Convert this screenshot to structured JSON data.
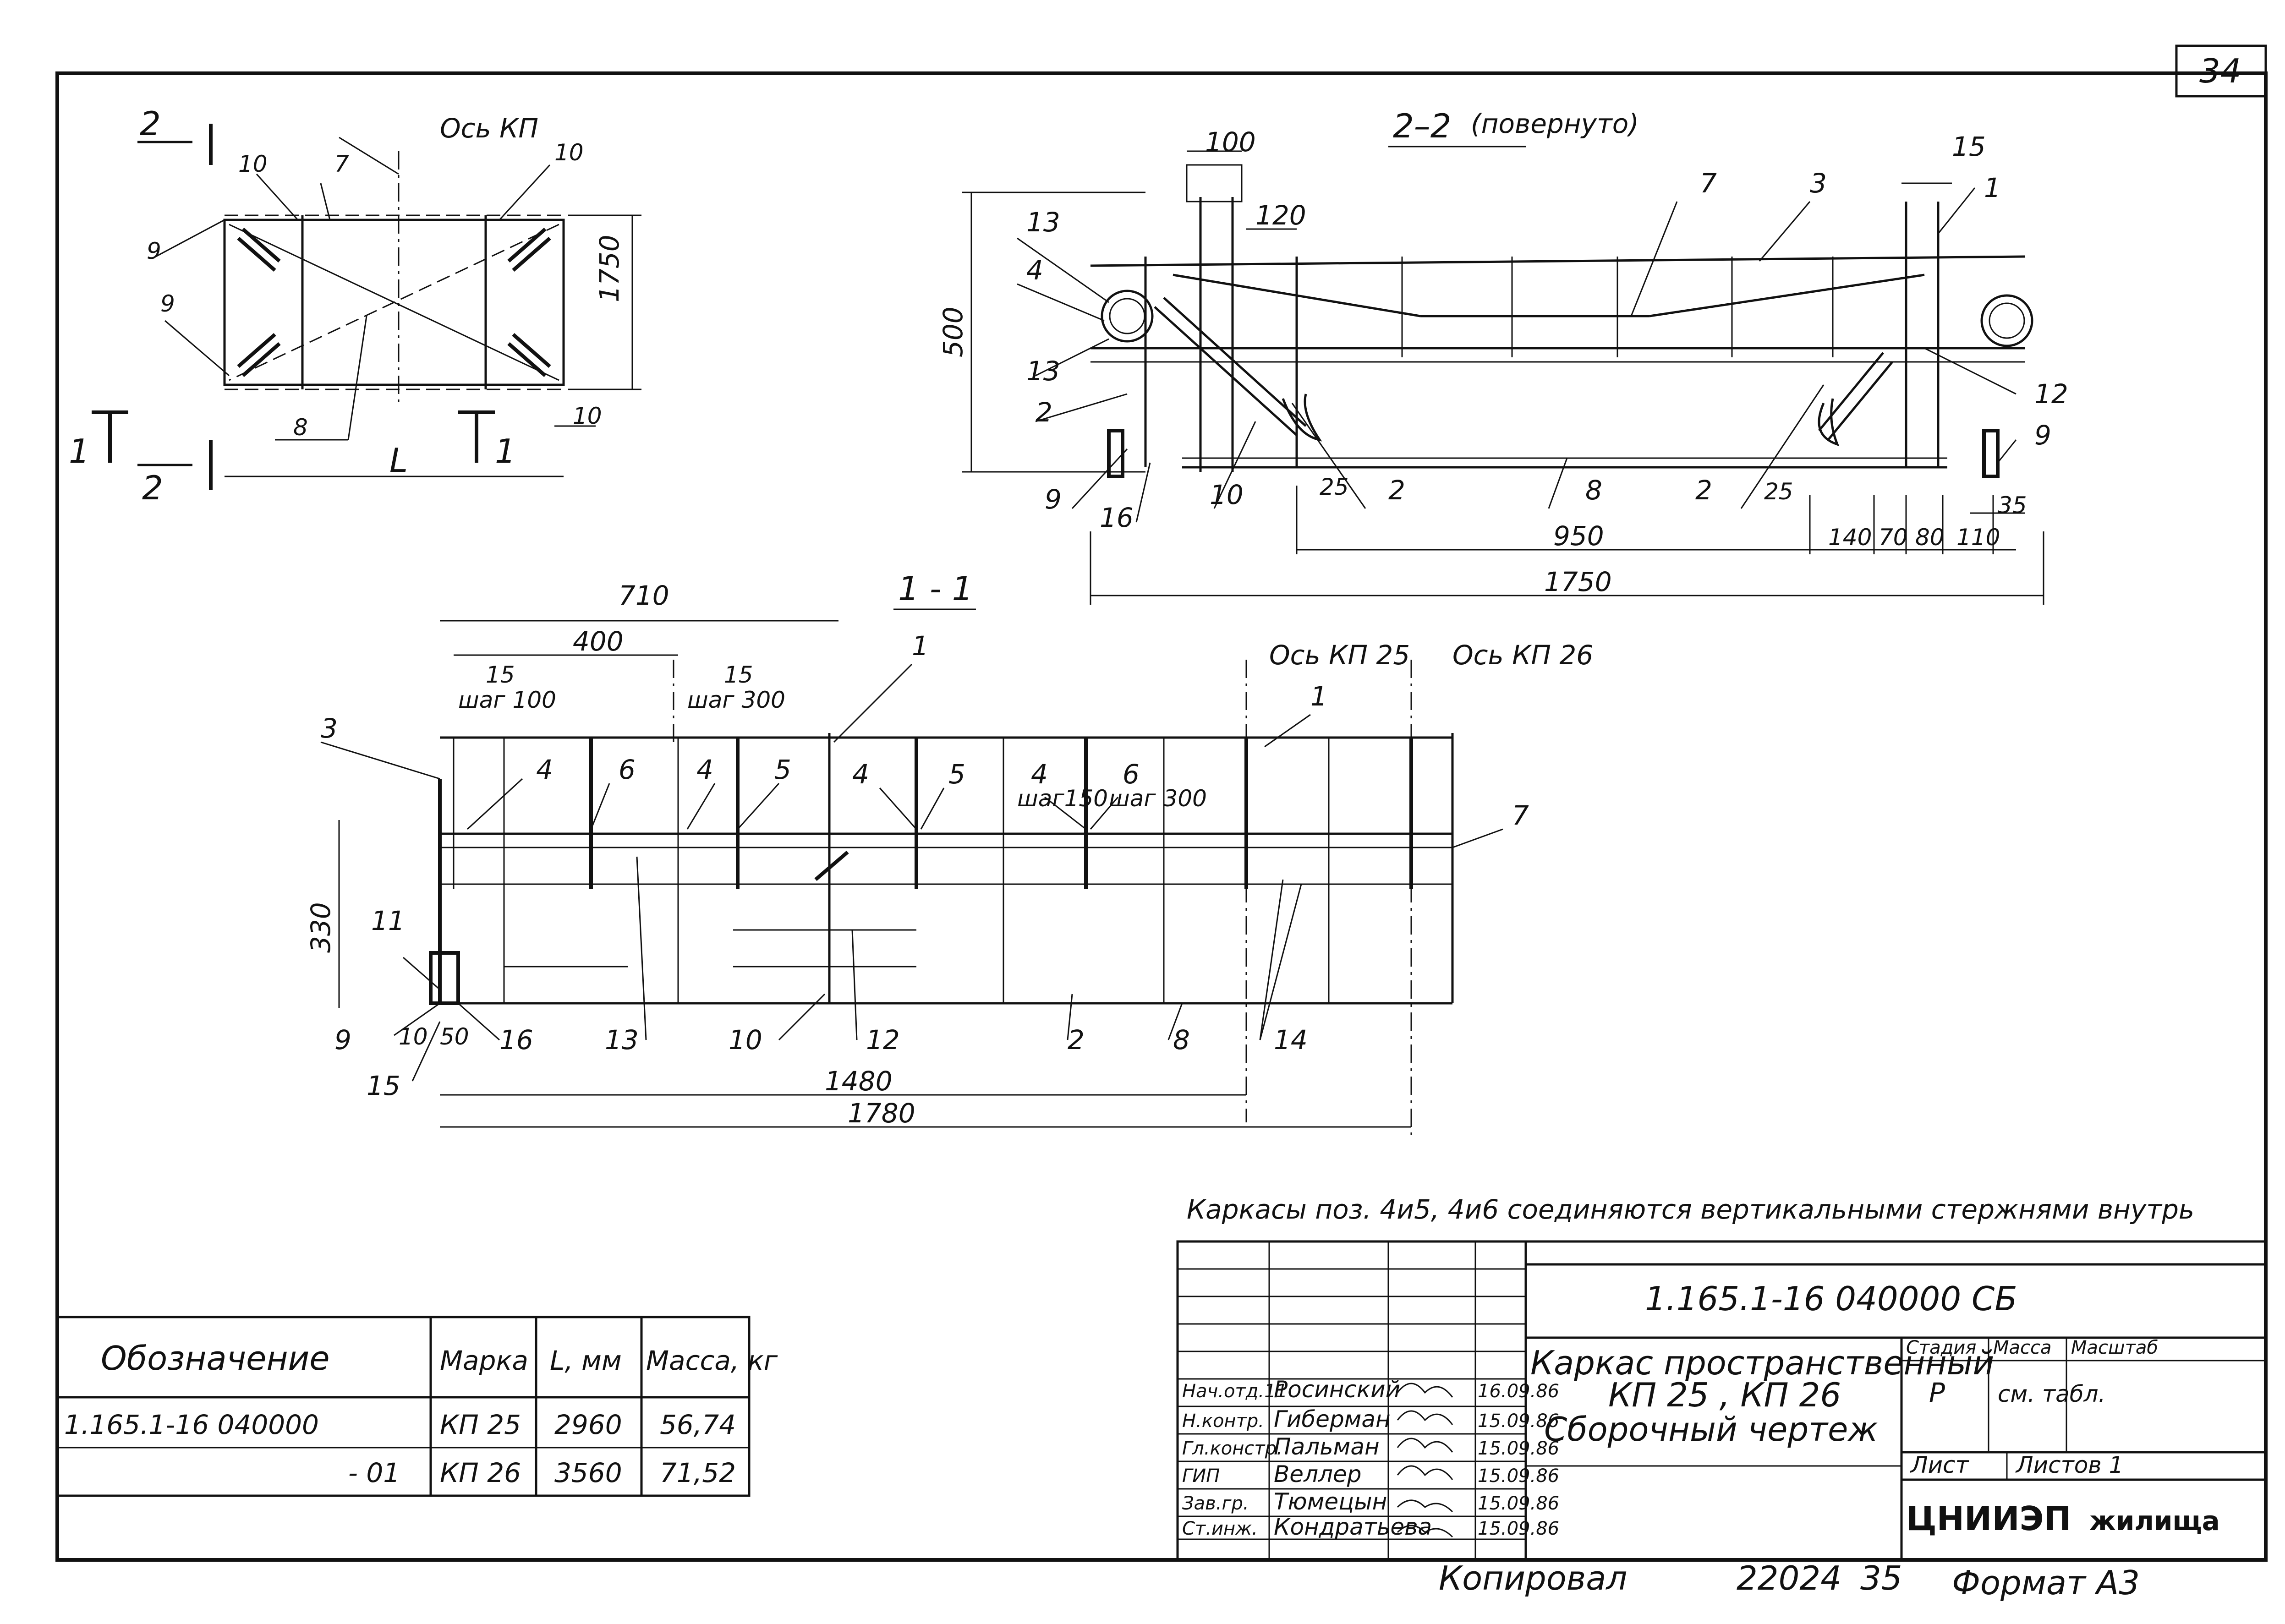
{
  "sheet_number": "34",
  "section_2_2": {
    "title": "2–2",
    "note": "(повернуто)",
    "dims": [
      "100",
      "120",
      "15",
      "500",
      "25",
      "25",
      "950",
      "140",
      "70",
      "80",
      "110",
      "35",
      "1750"
    ],
    "positions": [
      "13",
      "4",
      "13",
      "2",
      "9",
      "16",
      "10",
      "2",
      "8",
      "2",
      "7",
      "3",
      "1",
      "12",
      "9"
    ]
  },
  "plan_view": {
    "axis": "Ось КП",
    "cut_label": "2",
    "cut_label_1": "1",
    "dims": [
      "1750",
      "10",
      "L",
      "10"
    ],
    "positions": [
      "10",
      "7",
      "10",
      "9",
      "9",
      "8"
    ]
  },
  "section_1_1": {
    "title": "1 - 1",
    "axis_kp25": "Ось КП 25",
    "axis_kp26": "Ось КП 26",
    "step_100": "шаг 100",
    "step_300": "шаг 300",
    "step_150": "шаг150",
    "step_300b": "шаг 300",
    "dims": [
      "710",
      "400",
      "15",
      "15",
      "330",
      "10",
      "50",
      "1480",
      "1780"
    ],
    "positions": [
      "3",
      "4",
      "6",
      "4",
      "5",
      "4",
      "5",
      "4",
      "6",
      "1",
      "1",
      "7",
      "11",
      "9",
      "15",
      "16",
      "13",
      "10",
      "12",
      "2",
      "8",
      "14"
    ]
  },
  "note": "Каркасы поз. 4и5, 4и6 соединяются вертикальными стержнями внутрь",
  "spec_table": {
    "headers": [
      "Обозначение",
      "Марка",
      "L, мм",
      "Масса, кг"
    ],
    "rows": [
      [
        "1.165.1-16 040000",
        "КП 25",
        "2960",
        "56,74"
      ],
      [
        "- 01",
        "КП 26",
        "3560",
        "71,52"
      ]
    ]
  },
  "title_block": {
    "doc_code": "1.165.1-16 040000 СБ",
    "title": "Каркас пространственный",
    "subtitle": "КП 25 , КП 26",
    "subtitle2": "Сборочный чертеж",
    "col_stage": "Стадия",
    "col_mass": "Масса",
    "col_scale": "Масштаб",
    "stage": "Р",
    "mass": "см. табл.",
    "sheet": "Лист",
    "sheets": "Листов 1",
    "org": "ЦНИИЭП",
    "org2": "жилища",
    "signatures": [
      {
        "role": "Нач.отд.11",
        "name": "Росинский",
        "date": "16.09.86"
      },
      {
        "role": "Н.контр.",
        "name": "Гиберман",
        "date": "15.09.86"
      },
      {
        "role": "Гл.констр.",
        "name": "Пальман",
        "date": "15.09.86"
      },
      {
        "role": "ГИП",
        "name": "Веллер",
        "date": "15.09.86"
      },
      {
        "role": "Зав.гр.",
        "name": "Тюмецын",
        "date": "15.09.86"
      },
      {
        "role": "Ст.инж.",
        "name": "Кондратьева",
        "date": "15.09.86"
      }
    ]
  },
  "footer": {
    "copied": "Копировал",
    "order": "22024",
    "num": "35",
    "format": "Формат А3"
  }
}
